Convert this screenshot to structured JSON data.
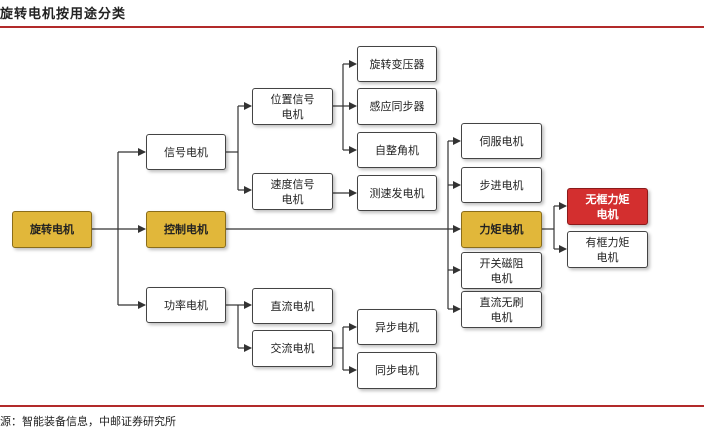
{
  "title": "旋转电机按用途分类",
  "source": "源：智能装备信息，中邮证券研究所",
  "nodes": {
    "rotary_motor": "旋转电机",
    "signal_motor": "信号电机",
    "control_motor": "控制电机",
    "power_motor": "功率电机",
    "position_signal_motor": "位置信号\n电机",
    "speed_signal_motor": "速度信号\n电机",
    "dc_motor": "直流电机",
    "ac_motor": "交流电机",
    "rotary_transformer": "旋转变压器",
    "induction_synchronizer": "感应同步器",
    "selsyn": "自整角机",
    "tachogenerator": "测速发电机",
    "async_motor": "异步电机",
    "sync_motor": "同步电机",
    "servo_motor": "伺服电机",
    "stepper_motor": "步进电机",
    "torque_motor": "力矩电机",
    "switched_reluctance_motor": "开关磁阻\n电机",
    "brushless_dc_motor": "直流无刷\n电机",
    "frameless_torque_motor": "无框力矩\n电机",
    "framed_torque_motor": "有框力矩\n电机"
  },
  "colors": {
    "highlight": "#e1b73a",
    "accent": "#d32f2f",
    "rule": "#b22a2a"
  }
}
